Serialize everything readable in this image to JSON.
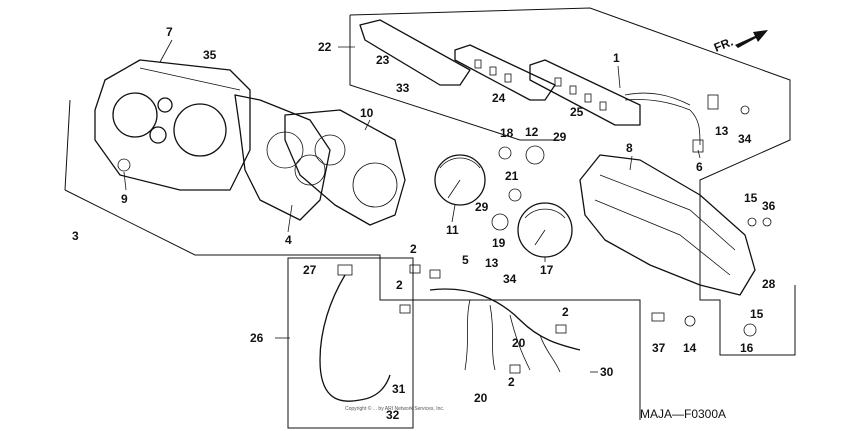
{
  "diagram": {
    "code": "MAJA—F0300A",
    "front_arrow": "FR.",
    "watermark": "Copyright © ... by ARI Network Services, Inc."
  },
  "labels": [
    "1",
    "2",
    "3",
    "4",
    "5",
    "6",
    "7",
    "8",
    "9",
    "10",
    "11",
    "12",
    "13",
    "14",
    "15",
    "16",
    "17",
    "18",
    "19",
    "20",
    "21",
    "22",
    "23",
    "24",
    "25",
    "26",
    "27",
    "28",
    "29",
    "30",
    "31",
    "32",
    "33",
    "34",
    "35",
    "36",
    "37"
  ]
}
